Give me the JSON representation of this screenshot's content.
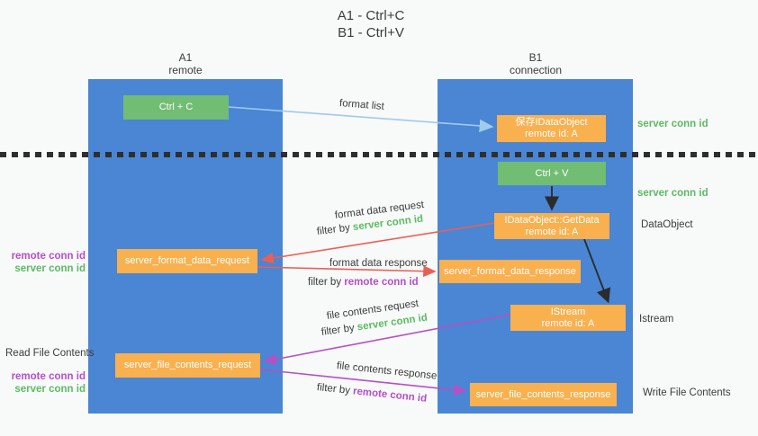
{
  "title": {
    "line1": "A1 - Ctrl+C",
    "line2": "B1 - Ctrl+V"
  },
  "columns": {
    "a1": {
      "name": "A1",
      "subtitle": "remote"
    },
    "b1": {
      "name": "B1",
      "subtitle": "connection"
    }
  },
  "nodes": {
    "ctrl_c": {
      "label": "Ctrl + C"
    },
    "save_idataobject": {
      "line1": "保存IDataObject",
      "line2": "remote id: A"
    },
    "ctrl_v": {
      "label": "Ctrl + V"
    },
    "getdata": {
      "line1": "IDataObject::GetData",
      "line2": "remote id: A"
    },
    "server_format_data_request": {
      "label": "server_format_data_request"
    },
    "server_format_data_response": {
      "label": "server_format_data_response"
    },
    "istream": {
      "line1": "IStream",
      "line2": "remote id: A"
    },
    "server_file_contents_request": {
      "label": "server_file_contents_request"
    },
    "server_file_contents_response": {
      "label": "server_file_contents_response"
    }
  },
  "edge_labels": {
    "format_list": "format list",
    "format_data_request": "format data request",
    "format_data_response": "format data response",
    "file_contents_request": "file contents request",
    "file_contents_response": "file contents response",
    "filter_by": "filter by",
    "server_conn_id": "server conn id",
    "remote_conn_id": "remote conn id"
  },
  "side_labels": {
    "left": {
      "remote_conn_id": "remote conn id",
      "server_conn_id": "server conn id",
      "read_file_contents": "Read File Contents"
    },
    "right": {
      "server_conn_id": "server conn id",
      "dataobject": "DataObject",
      "istream": "Istream",
      "write_file_contents": "Write File Contents"
    }
  },
  "colors": {
    "bg": "#f8f9f9",
    "col-blue": "#4a86d4",
    "box-green": "#71bd74",
    "box-orange": "#f9b04e",
    "box-text": "#ffffff",
    "text-dark": "#3c3c3c",
    "text-green": "#5cbb63",
    "text-purple": "#b44fc9",
    "arrow-red": "#ea5f55",
    "arrow-purple": "#b451c4",
    "arrow-lightblue": "#9fcbec",
    "arrow-black": "#2b2b2b",
    "divider": "#2e2e2e"
  }
}
